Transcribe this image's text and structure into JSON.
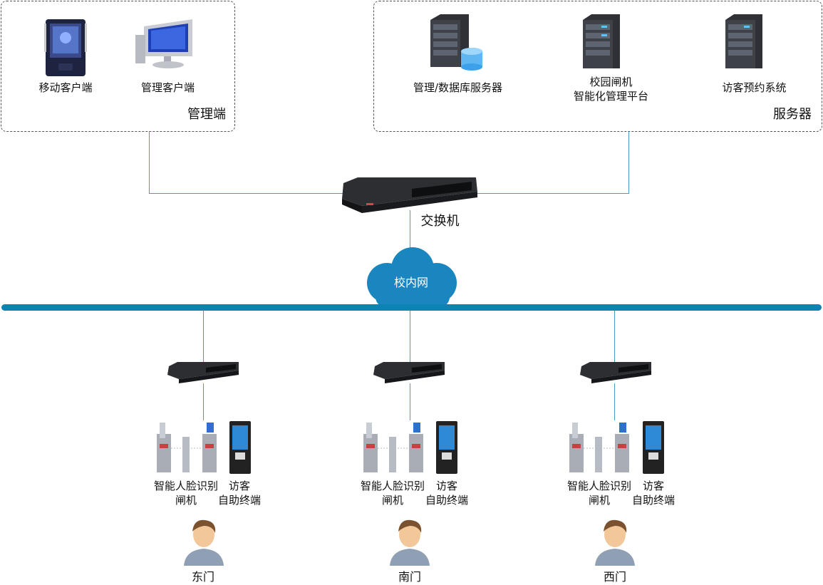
{
  "management": {
    "group_label": "管理端",
    "mobile_client": "移动客户端",
    "pc_client": "管理客户端"
  },
  "servers": {
    "group_label": "服务器",
    "db_server": "管理/数据库服务器",
    "platform_line1": "校园闸机",
    "platform_line2": "智能化管理平台",
    "visitor_system": "访客预约系统"
  },
  "core_switch_label": "交换机",
  "network_label": "校内网",
  "gates": [
    {
      "gate_line1": "智能人脸识别",
      "gate_line2": "闸机",
      "kiosk_line1": "访客",
      "kiosk_line2": "自助终端",
      "location": "东门"
    },
    {
      "gate_line1": "智能人脸识别",
      "gate_line2": "闸机",
      "kiosk_line1": "访客",
      "kiosk_line2": "自助终端",
      "location": "南门"
    },
    {
      "gate_line1": "智能人脸识别",
      "gate_line2": "闸机",
      "kiosk_line1": "访客",
      "kiosk_line2": "自助终端",
      "location": "西门"
    }
  ],
  "colors": {
    "bus": "#0b84b3",
    "cloud": "#1a86bf",
    "connector": "#4a9cc0"
  }
}
